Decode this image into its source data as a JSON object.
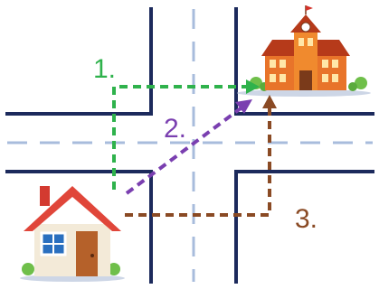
{
  "routes": [
    {
      "label": "1.",
      "color": "#2fb24c"
    },
    {
      "label": "2.",
      "color": "#7a3fb0"
    },
    {
      "label": "3.",
      "color": "#8a4a24"
    }
  ],
  "icons": {
    "start": "house-icon",
    "destination": "school-icon"
  },
  "colors": {
    "road_edge": "#1c2a5c",
    "lane_divider": "#a8bcdc",
    "background": "#ffffff"
  }
}
